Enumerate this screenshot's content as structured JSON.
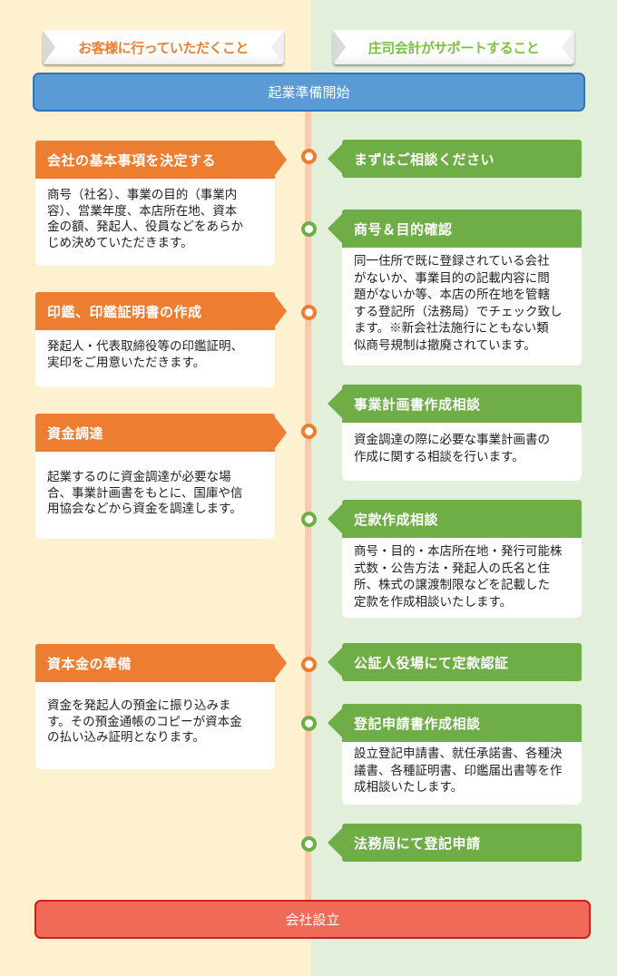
{
  "headers": {
    "customer_column": "お客様に行っていただくこと",
    "support_column": "庄司会計がサポートすること"
  },
  "start_bar": "起業準備開始",
  "end_bar": "会社設立",
  "colors": {
    "customer_accent": "#ED7D31",
    "support_accent": "#6FAD47",
    "start_bar": "#5B9BD5",
    "end_bar": "#EF6B57",
    "timeline": "#F8CBAD",
    "customer_bg": "#FEF1CF",
    "support_bg": "#E2EFDA"
  },
  "customer_steps": [
    {
      "title": "会社の基本事項を決定する",
      "body": "商号（社名）、事業の目的（事業内\n容）、営業年度、本店所在地、資本\n金の額、発起人、役員などをあらか\nじめ決めていただきます。"
    },
    {
      "title": "印鑑、印鑑証明書の作成",
      "body": "発起人・代表取締役等の印鑑証明、\n実印をご用意いただきます。"
    },
    {
      "title": "資金調達",
      "body": "起業するのに資金調達が必要な場\n合、事業計画書をもとに、国庫や信\n用協会などから資金を調達します。"
    },
    {
      "title": "資本金の準備",
      "body": "資金を発起人の預金に振り込みま\nす。その預金通帳のコピーが資本金\nの払い込み証明となります。"
    }
  ],
  "support_steps": [
    {
      "title": "まずはご相談ください"
    },
    {
      "title": "商号＆目的確認",
      "body": "同一住所で既に登録されている会社\nがないか、事業目的の記載内容に問\n題がないか等、本店の所在地を管轄\nする登記所（法務局）でチェック致し\nます。※新会社法施行にともない類\n似商号規制は撤廃されています。"
    },
    {
      "title": "事業計画書作成相談",
      "body": "資金調達の際に必要な事業計画書の\n作成に関する相談を行います。"
    },
    {
      "title": "定款作成相談",
      "body": "商号・目的・本店所在地・発行可能株\n式数・公告方法・発起人の氏名と住\n所、株式の譲渡制限などを記載した\n定款を作成相談いたします。"
    },
    {
      "title": "公証人役場にて定款認証"
    },
    {
      "title": "登記申請書作成相談",
      "body": "設立登記申請書、就任承諾書、各種決\n議書、各種証明書、印鑑届出書等を作\n成相談いたします。"
    },
    {
      "title": "法務局にて登記申請"
    }
  ],
  "timeline_nodes": [
    {
      "type": "customer",
      "color": "orange"
    },
    {
      "type": "support",
      "color": "green"
    },
    {
      "type": "customer",
      "color": "orange"
    },
    {
      "type": "customer",
      "color": "orange"
    },
    {
      "type": "support",
      "color": "green"
    },
    {
      "type": "customer",
      "color": "orange"
    },
    {
      "type": "support",
      "color": "green"
    },
    {
      "type": "support",
      "color": "green"
    }
  ]
}
